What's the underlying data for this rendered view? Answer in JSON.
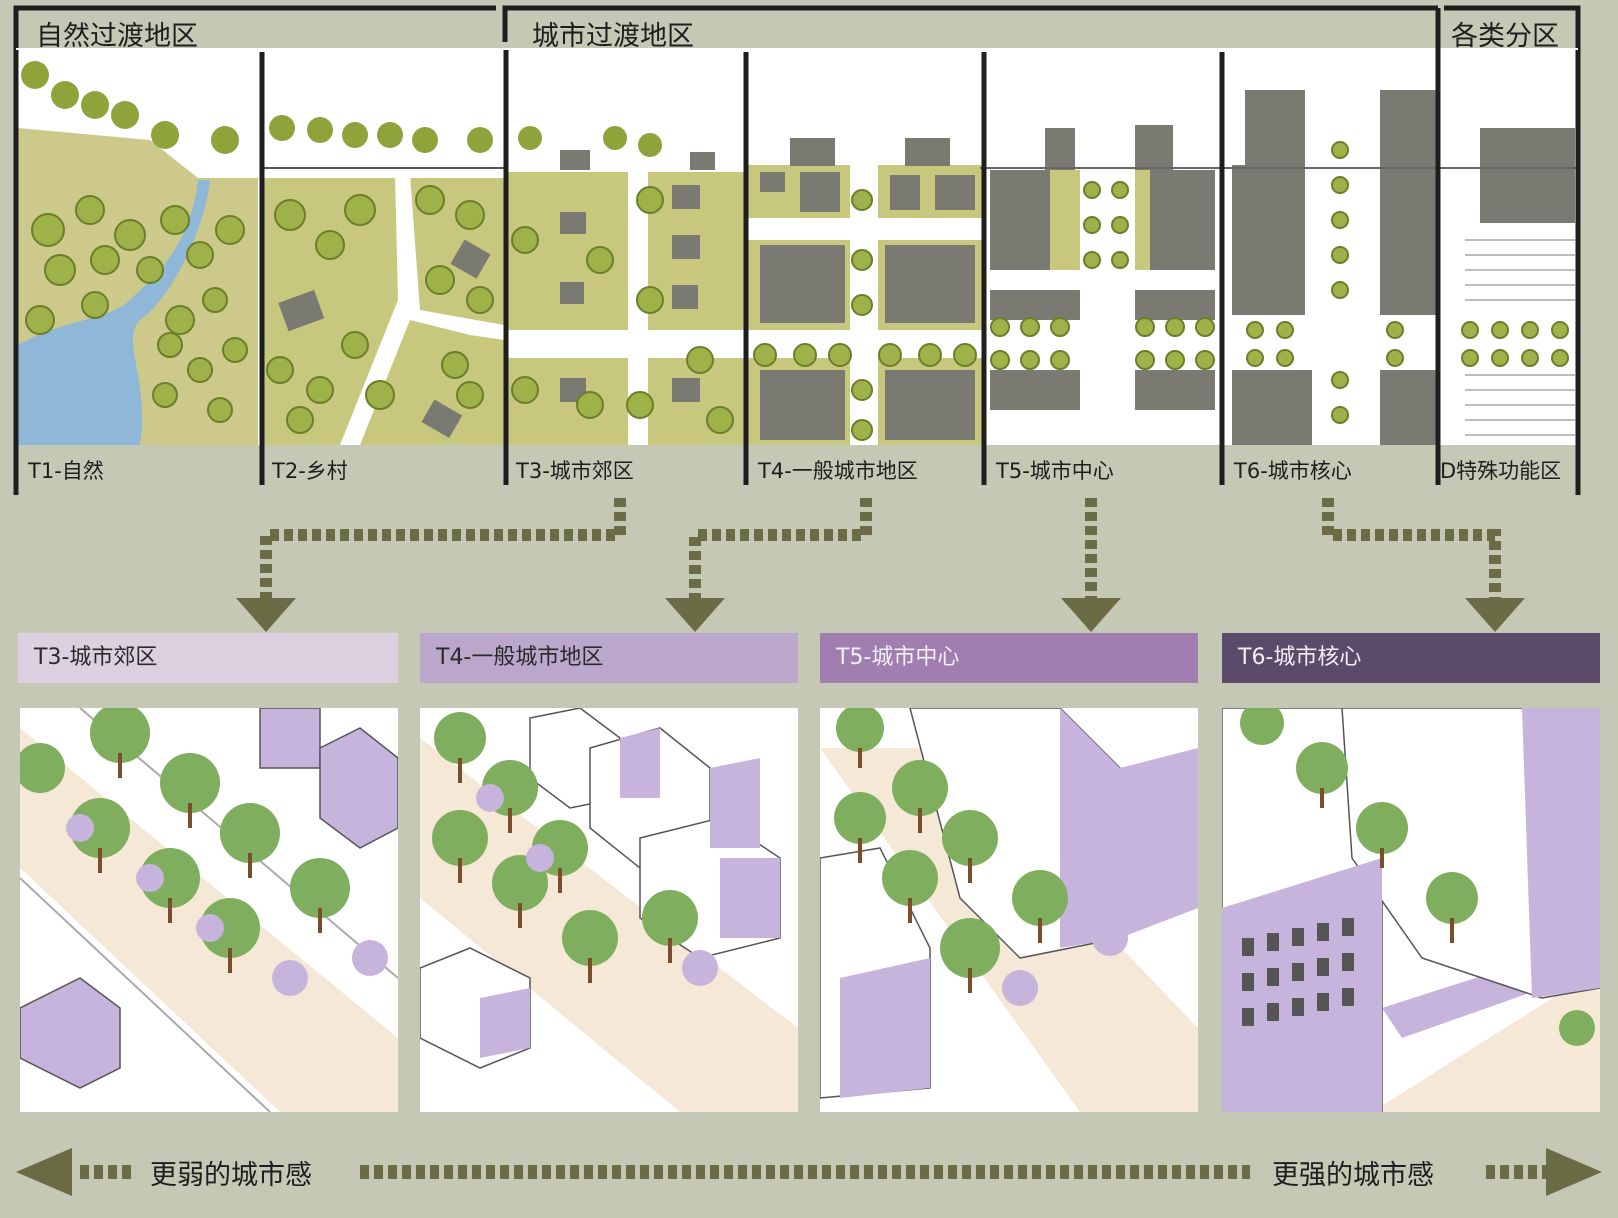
{
  "header": {
    "natural_zone": "自然过渡地区",
    "urban_zone": "城市过渡地区",
    "special_zone": "各类分区"
  },
  "transects": [
    {
      "label": "T1-自然"
    },
    {
      "label": "T2-乡村"
    },
    {
      "label": "T3-城市郊区"
    },
    {
      "label": "T4-一般城市地区"
    },
    {
      "label": "T5-城市中心"
    },
    {
      "label": "T6-城市核心"
    },
    {
      "label": "D特殊功能区"
    }
  ],
  "panels": [
    {
      "label": "T3-城市郊区",
      "bar_color": "#dbcfe0",
      "text_color": "#2a2a2a"
    },
    {
      "label": "T4-一般城市地区",
      "bar_color": "#bba7cc",
      "text_color": "#2a2a2a"
    },
    {
      "label": "T5-城市中心",
      "bar_color": "#a07fb0",
      "text_color": "#f4eef6"
    },
    {
      "label": "T6-城市核心",
      "bar_color": "#5c4a6b",
      "text_color": "#f2eef4"
    }
  ],
  "footer": {
    "weaker": "更弱的城市感",
    "stronger": "更强的城市感"
  },
  "colors": {
    "background": "#c6c8b6",
    "arrow": "#6b6b45",
    "tree": "#8fa33b",
    "grass": "#c8c77e",
    "water": "#8fb8d8",
    "building": "#7a7a72",
    "lilac": "#c7b4dc",
    "sidewalk": "#f6e8d6",
    "tree_green": "#7fae5e"
  }
}
